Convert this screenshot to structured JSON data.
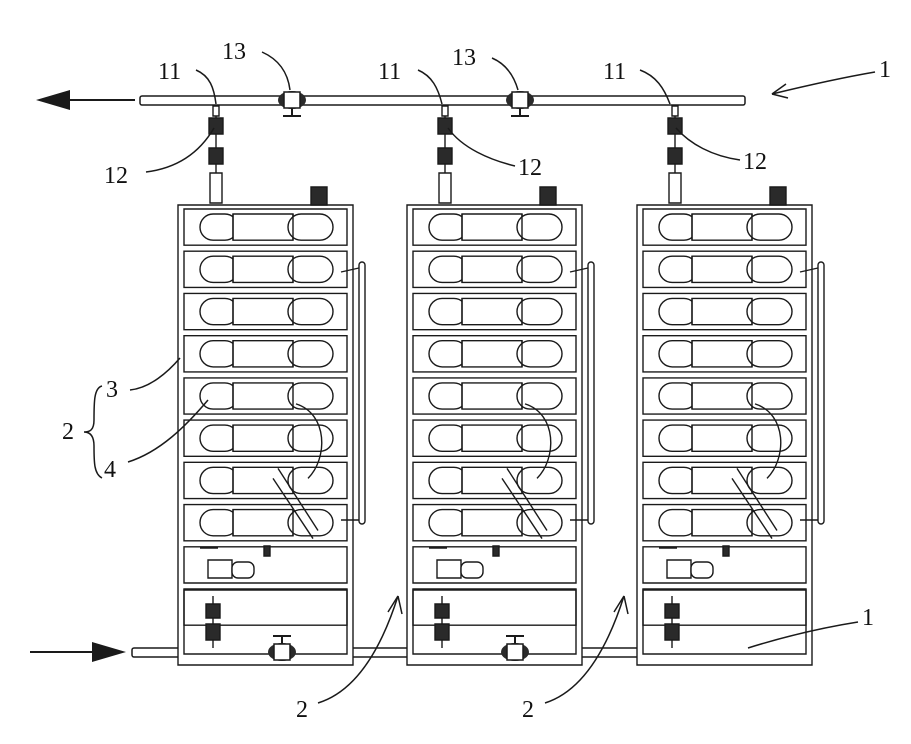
{
  "figure": {
    "labels": {
      "pipe_top": "1",
      "pipe_bottom": "1",
      "valve_11_a": "11",
      "valve_11_b": "11",
      "valve_11_c": "11",
      "valve_12_a": "12",
      "valve_12_b": "12",
      "valve_12_c": "12",
      "valve_13_a": "13",
      "valve_13_b": "13",
      "unit_2_brace": "2",
      "unit_2_b": "2",
      "unit_2_c": "2",
      "part_3": "3",
      "part_4": "4"
    },
    "units": [
      {
        "id": "unit-left",
        "rows": 10
      },
      {
        "id": "unit-middle",
        "rows": 10
      },
      {
        "id": "unit-right",
        "rows": 10
      }
    ],
    "colors": {
      "line": "#1a1a1a",
      "fill": "#ffffff",
      "dark": "#2a2a2a"
    }
  }
}
